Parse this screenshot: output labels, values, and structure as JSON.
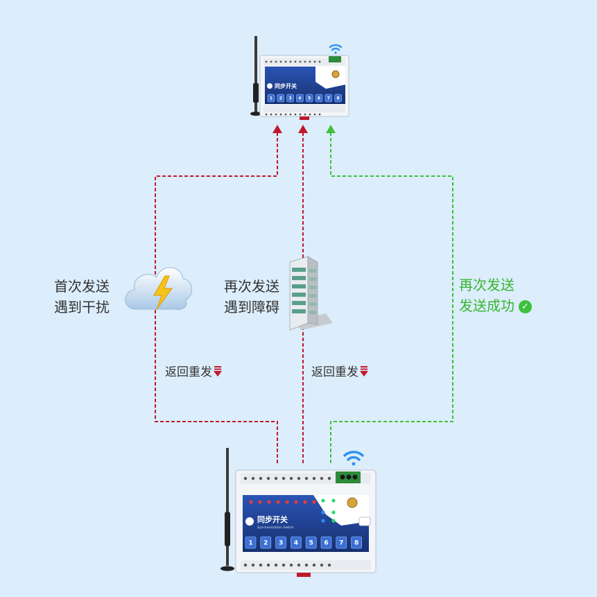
{
  "colors": {
    "background": "#dcedfb",
    "failed_path": "#c0182c",
    "success_path": "#3cc13b",
    "device_body": "#ffffff",
    "device_panel": "#1f3f8f",
    "wifi": "#2a8ff2"
  },
  "devices": {
    "top": {
      "brand_label": "同步开关",
      "buttons": [
        "1",
        "2",
        "3",
        "4",
        "5",
        "6",
        "7",
        "8"
      ],
      "icon": "wifi-icon"
    },
    "bottom": {
      "brand_label": "同步开关",
      "sub_label": "Synchronization Switch",
      "buttons": [
        "1",
        "2",
        "3",
        "4",
        "5",
        "6",
        "7",
        "8"
      ],
      "icon": "wifi-icon"
    }
  },
  "paths": {
    "first": {
      "status": "failed",
      "obstacle_icon": "lightning-cloud-icon",
      "caption_line1": "首次发送",
      "caption_line2": "遇到干扰",
      "return_label": "返回重发"
    },
    "second": {
      "status": "failed",
      "obstacle_icon": "building-icon",
      "caption_line1": "再次发送",
      "caption_line2": "遇到障碍",
      "return_label": "返回重发"
    },
    "third": {
      "status": "success",
      "caption_line1": "再次发送",
      "caption_line2": "发送成功",
      "success_icon": "check-circle-icon"
    }
  }
}
